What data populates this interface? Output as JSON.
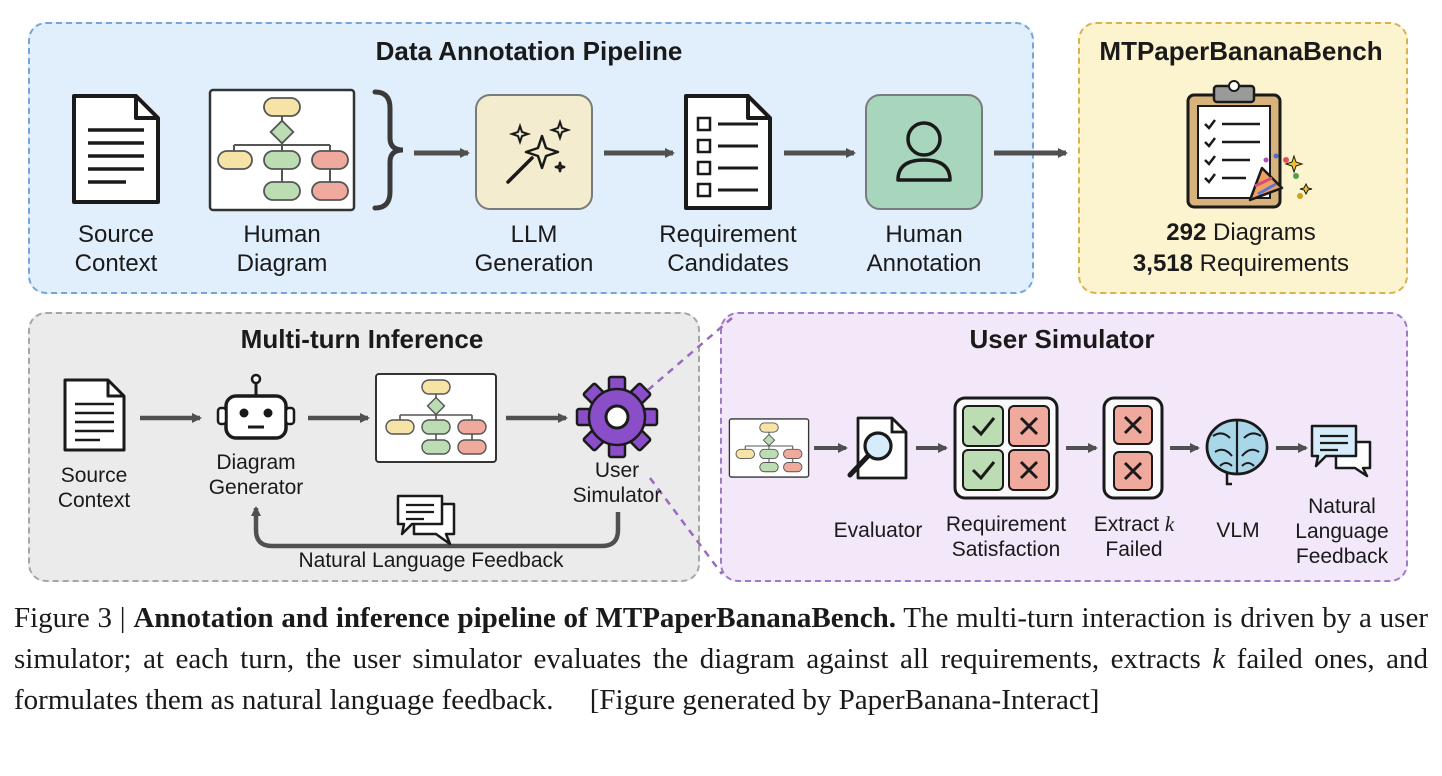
{
  "annotation_pipeline": {
    "title": "Data Annotation Pipeline",
    "source_context": "Source\nContext",
    "human_diagram": "Human\nDiagram",
    "llm_generation": "LLM\nGeneration",
    "requirement_candidates": "Requirement\nCandidates",
    "human_annotation": "Human\nAnnotation"
  },
  "benchmark": {
    "title": "MTPaperBananaBench",
    "diagrams_count": "292",
    "diagrams_label": "Diagrams",
    "requirements_count": "3,518",
    "requirements_label": "Requirements"
  },
  "multi_turn": {
    "title": "Multi-turn Inference",
    "source_context": "Source\nContext",
    "diagram_generator": "Diagram\nGenerator",
    "user_simulator": "User\nSimulator",
    "feedback": "Natural Language Feedback"
  },
  "user_simulator": {
    "title": "User Simulator",
    "evaluator": "Evaluator",
    "requirement_satisfaction": "Requirement\nSatisfaction",
    "extract_prefix": "Extract ",
    "extract_k": "k",
    "extract_suffix": "Failed",
    "vlm": "VLM",
    "nl_feedback": "Natural\nLanguage\nFeedback"
  },
  "caption": {
    "prefix": "Figure 3 | ",
    "bold": "Annotation and inference pipeline of MTPaperBananaBench.",
    "text1": " The multi-turn interaction is driven by a user simulator; at each turn, the user simulator evaluates the diagram against all requirements, extracts ",
    "k": "k",
    "text2": " failed ones, and formulates them as natural language feedback.",
    "generated_note": "[Figure generated by PaperBanana-Interact]"
  },
  "colors": {
    "annotation_bg": "#e1effc",
    "benchmark_bg": "#fcf3cf",
    "multi_turn_bg": "#ebebeb",
    "user_sim_bg": "#f3e8f9",
    "node_yellow": "#f5e4a6",
    "node_green": "#bcdcb4",
    "node_red": "#f0a99d",
    "gear_purple": "#8a4fc8"
  }
}
